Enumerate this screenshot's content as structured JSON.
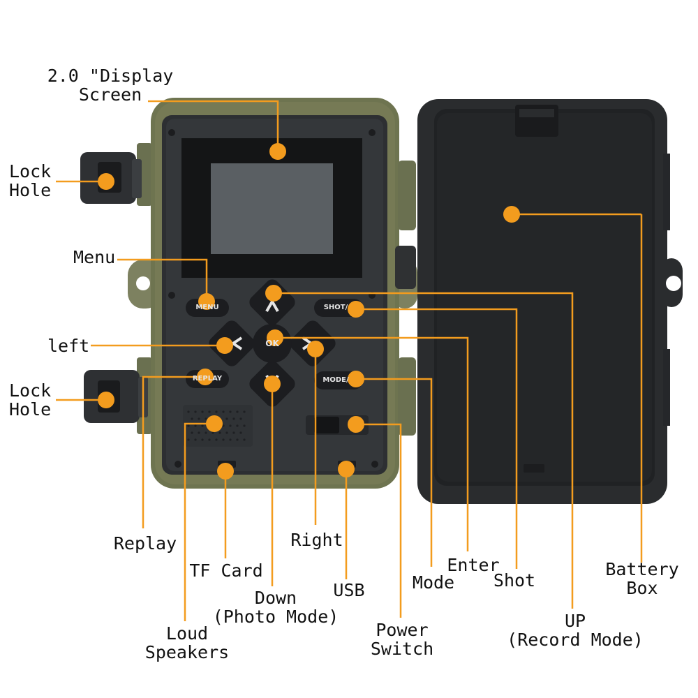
{
  "colors": {
    "accent": "#f39c1e",
    "camo_body": "#6e7450",
    "front_panel": "#2d2f32",
    "screen": "#555a5f",
    "door": "#2a2c2e"
  },
  "device": {
    "display_area_text": "",
    "buttons": {
      "menu": "MENU",
      "shot": "SHOT/",
      "ok": "OK",
      "replay": "REPLAY",
      "mode": "MODE/"
    }
  },
  "labels": {
    "display": [
      "2.0 \"Display",
      "Screen"
    ],
    "lock_hole_top": [
      "Lock",
      "Hole"
    ],
    "menu": "Menu",
    "left": "left",
    "lock_hole_bottom": [
      "Lock",
      "Hole"
    ],
    "replay": "Replay",
    "tf_card": "TF Card",
    "loud_speakers": [
      "Loud",
      "Speakers"
    ],
    "down": [
      "Down",
      "(Photo Mode)"
    ],
    "right": "Right",
    "usb": "USB",
    "power_switch": [
      "Power",
      "Switch"
    ],
    "mode": "Mode",
    "enter": "Enter",
    "shot": "Shot",
    "up": [
      "UP",
      "(Record Mode)"
    ],
    "battery_box": [
      "Battery",
      "Box"
    ]
  }
}
